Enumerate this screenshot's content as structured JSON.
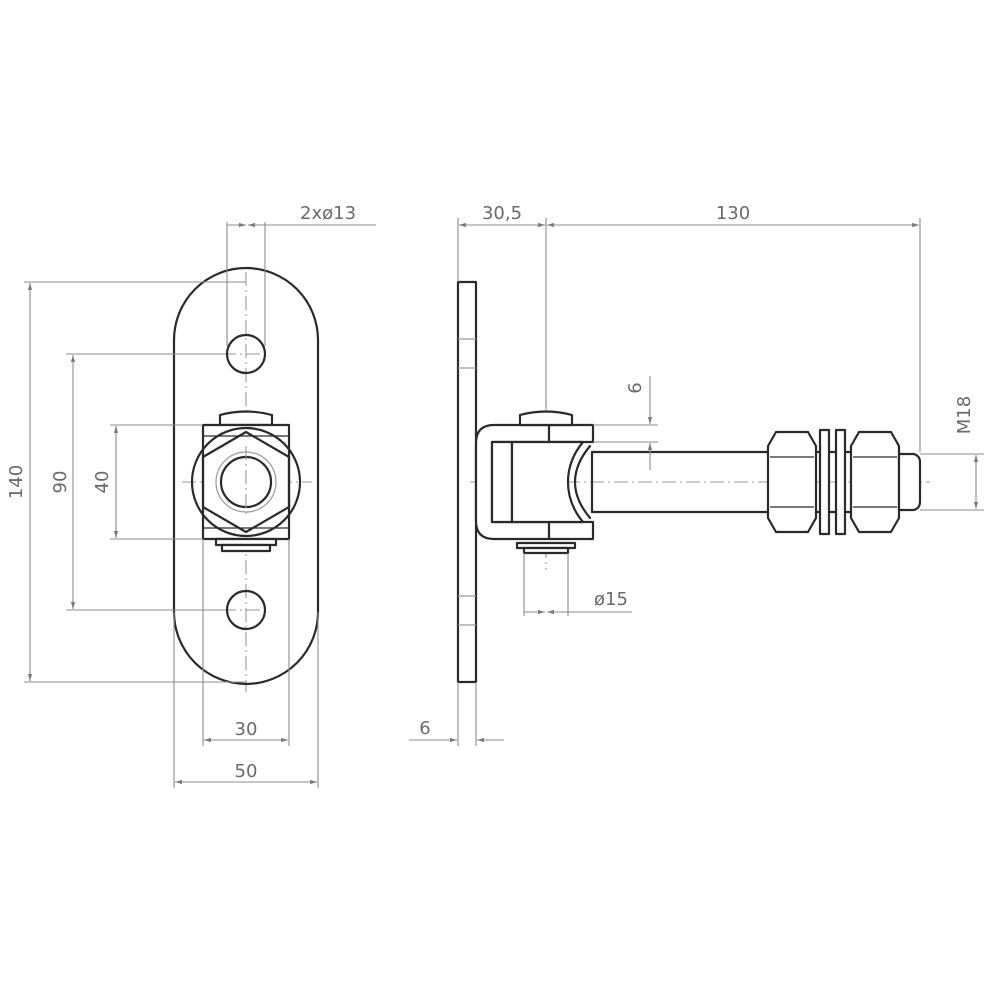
{
  "drawing": {
    "title": "Adjustable hinge pin with weld-on plate — technical drawing",
    "colors": {
      "object_line": "#2a2a2a",
      "dimension_line": "#8c8c8c",
      "label_text": "#6a6a6a",
      "background": "#ffffff"
    }
  },
  "front_view": {
    "dimensions": {
      "hole_diameter": "2xø13",
      "overall_height": "140",
      "hole_spacing": "90",
      "bracket_height": "40",
      "bracket_width": "30",
      "plate_width": "50"
    }
  },
  "side_view": {
    "dimensions": {
      "pin_offset": "30,5",
      "bolt_length": "130",
      "clearance": "6",
      "pin_diameter": "ø15",
      "plate_thickness": "6",
      "thread": "M18"
    }
  }
}
